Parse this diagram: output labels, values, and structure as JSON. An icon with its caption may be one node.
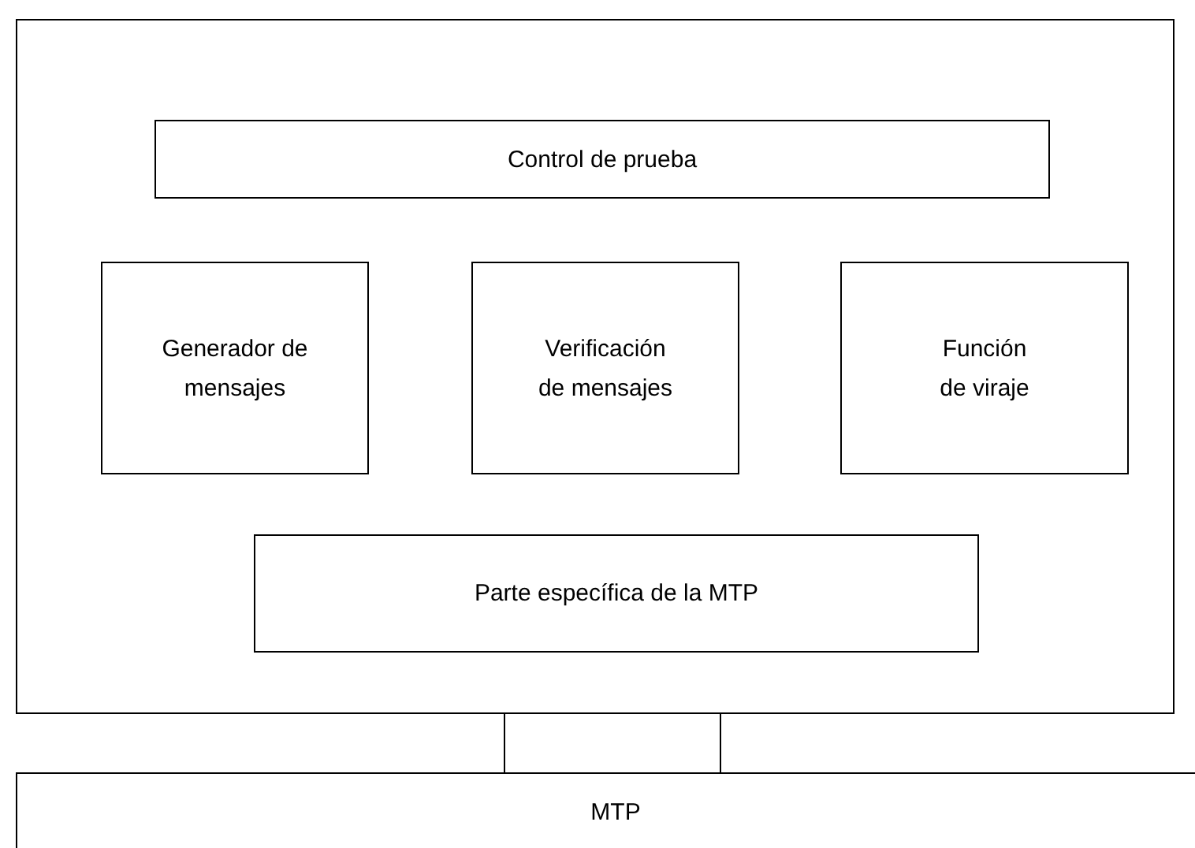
{
  "diagram": {
    "nodes": [
      {
        "text": [],
        "shape": "box"
      },
      {
        "text": [
          "Control de prueba"
        ],
        "in": 0
      },
      {
        "text": [
          "Generador de mensajes"
        ],
        "in": 0
      },
      {
        "text": [
          "Verificación de mensajes"
        ],
        "in": 0
      },
      {
        "text": [
          "Función de viraje"
        ],
        "in": 0
      },
      {
        "text": [
          "Parte específica de la MTP"
        ],
        "in": 0
      },
      {
        "text": [
          "MTP"
        ]
      }
    ],
    "edges": [
      {
        "from": 0,
        "to": 6,
        "arrow": "none"
      },
      {
        "from": 0,
        "to": 6,
        "arrow": "none"
      }
    ]
  }
}
